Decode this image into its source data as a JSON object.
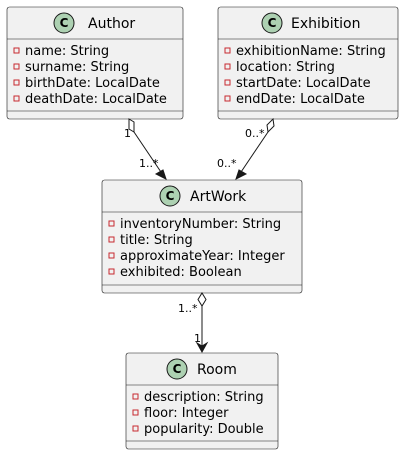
{
  "classes": {
    "author": {
      "name": "Author",
      "attributes": [
        "name: String",
        "surname: String",
        "birthDate: LocalDate",
        "deathDate: LocalDate"
      ]
    },
    "exhibition": {
      "name": "Exhibition",
      "attributes": [
        "exhibitionName: String",
        "location: String",
        "startDate: LocalDate",
        "endDate: LocalDate"
      ]
    },
    "artwork": {
      "name": "ArtWork",
      "attributes": [
        "inventoryNumber: String",
        "title: String",
        "approximateYear: Integer",
        "exhibited: Boolean"
      ]
    },
    "room": {
      "name": "Room",
      "attributes": [
        "description: String",
        "floor: Integer",
        "popularity: Double"
      ]
    }
  },
  "class_badge_letter": "C",
  "relations": {
    "author_artwork": {
      "source_mult": "1",
      "target_mult": "1..*"
    },
    "exhibition_artwork": {
      "source_mult": "0..*",
      "target_mult": "0..*"
    },
    "artwork_room": {
      "source_mult": "1..*",
      "target_mult": "1"
    }
  },
  "colors": {
    "class_fill": "#f1f1f1",
    "border": "#181818",
    "badge": "#add1b2",
    "private_marker": "#c82930"
  }
}
